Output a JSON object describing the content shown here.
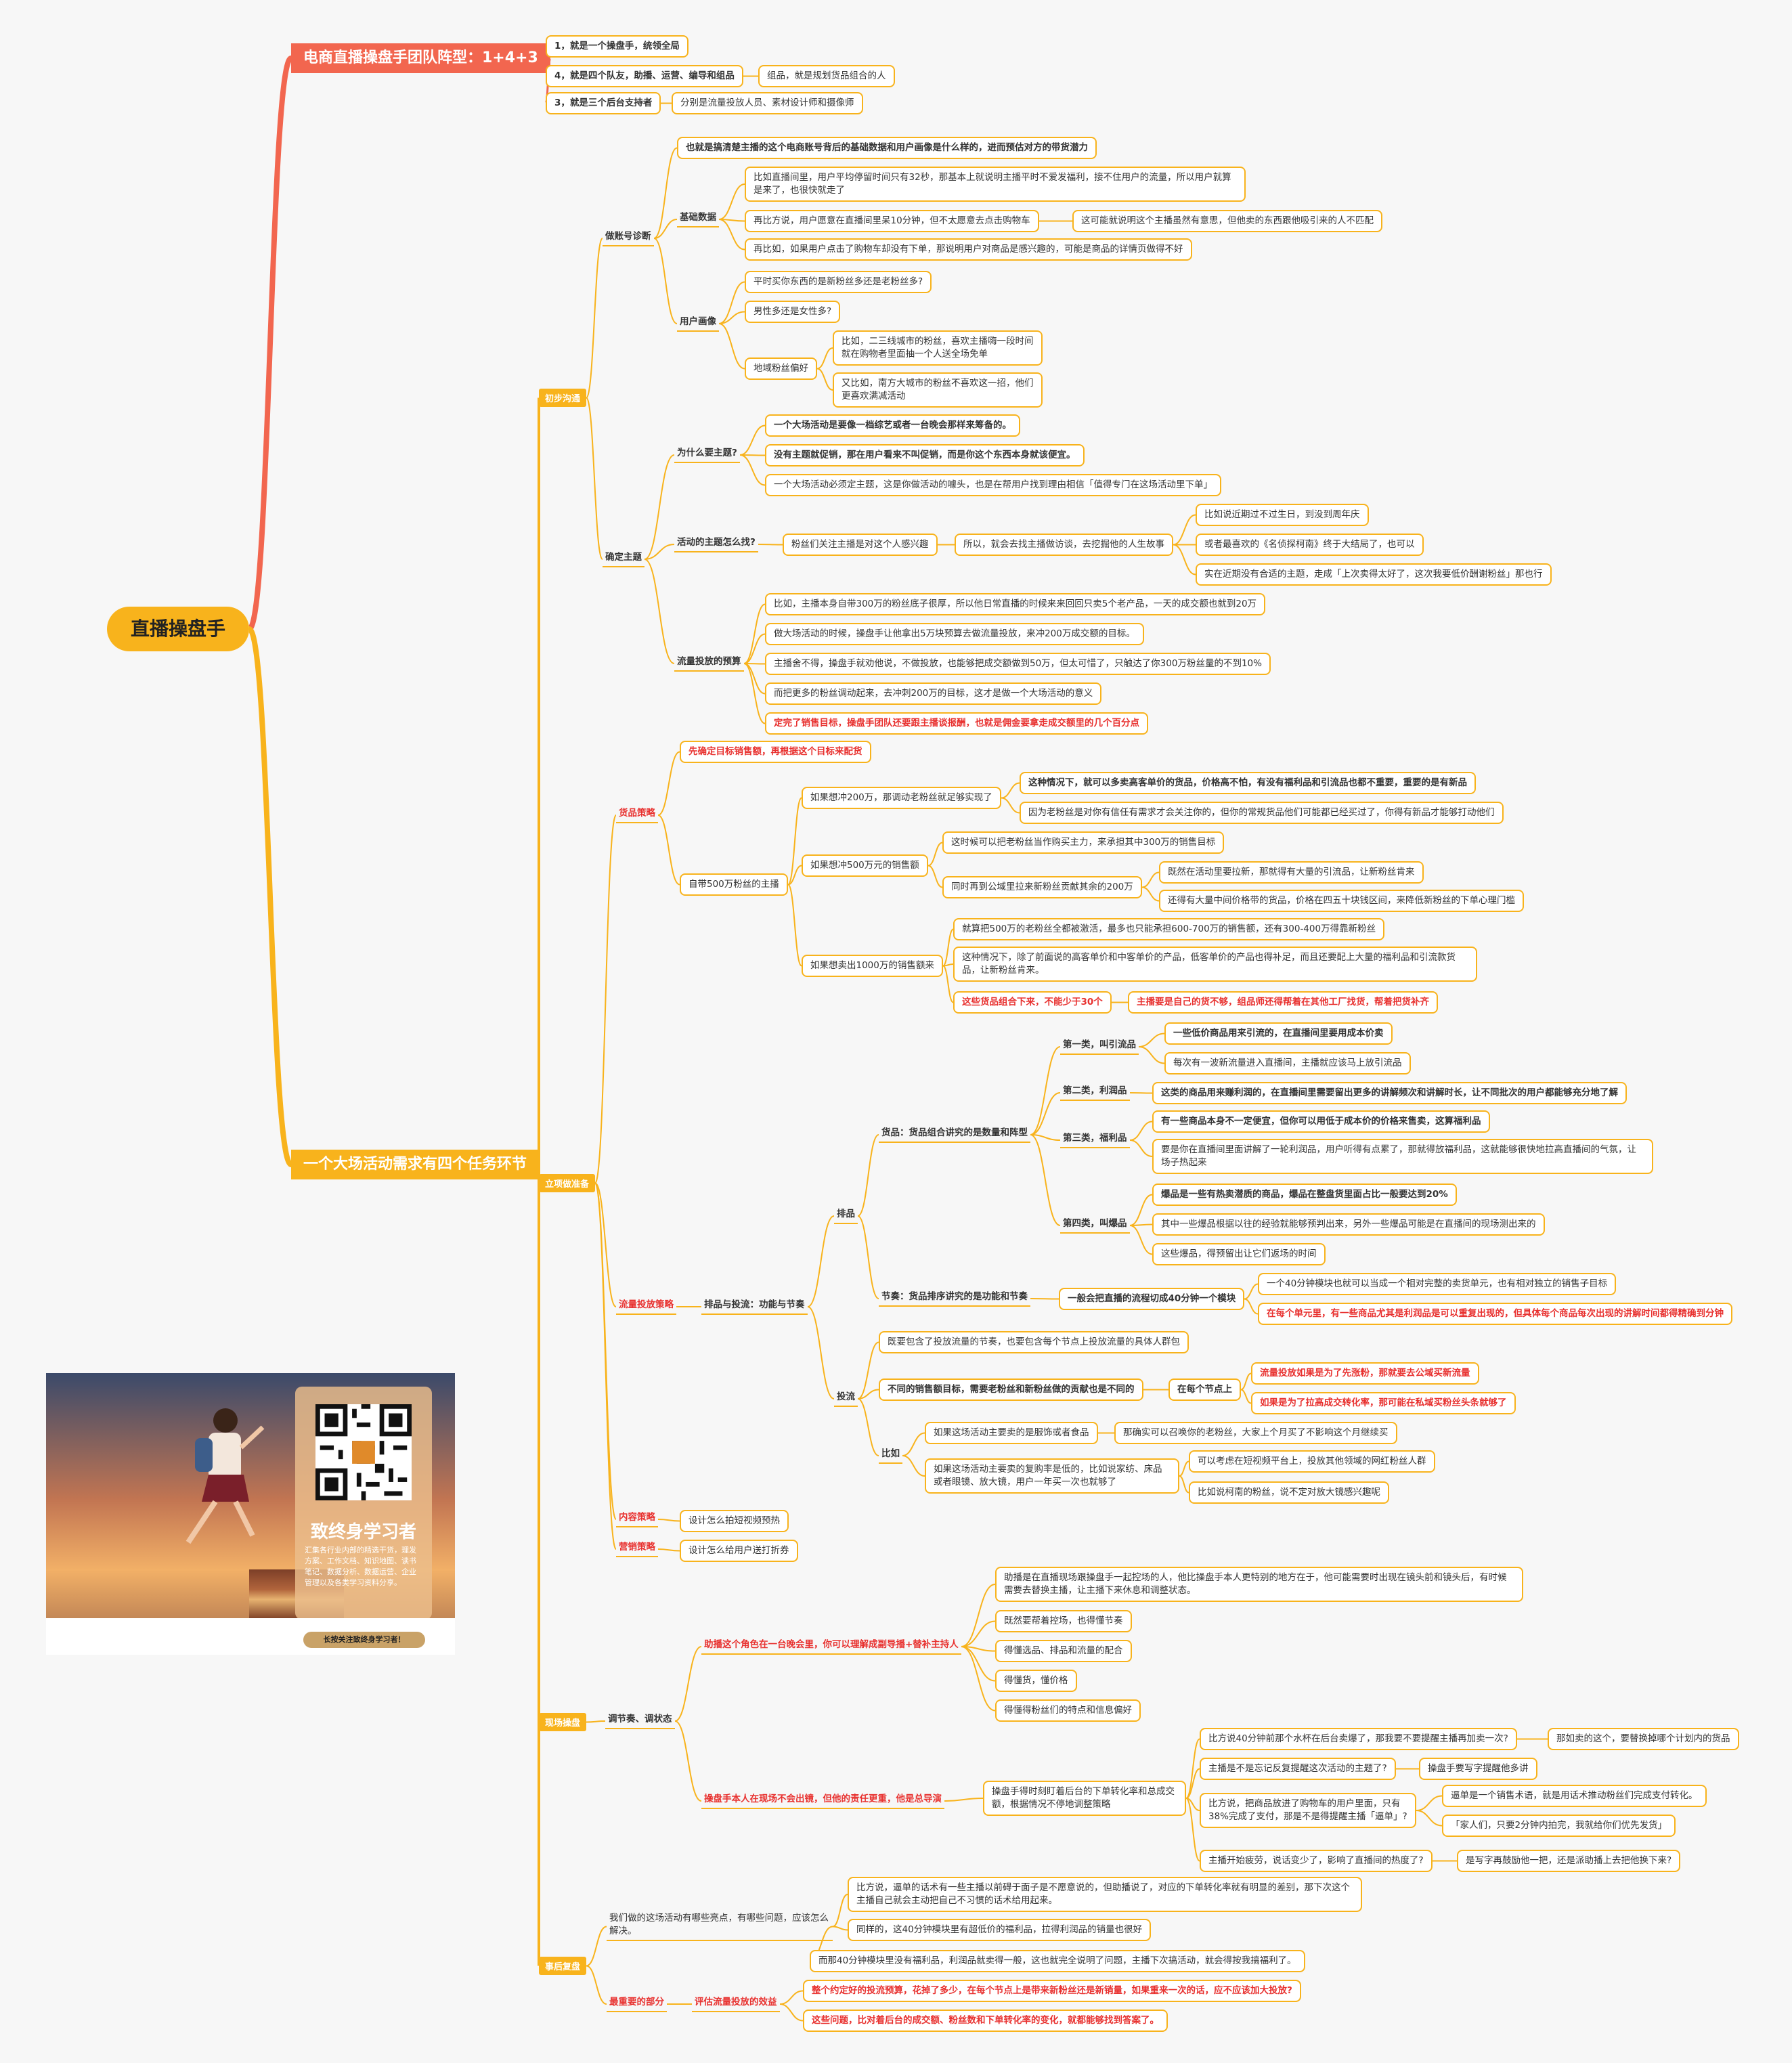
{
  "root": "直播操盘手",
  "branch1": {
    "title": "电商直播操盘手团队阵型：1+4+3",
    "items": [
      "1，就是一个操盘手，统领全局",
      "4，就是四个队友，助播、运营、编导和组品",
      "组品，就是规划货品组合的人",
      "3，就是三个后台支持者",
      "分别是流量投放人员、素材设计师和摄像师"
    ]
  },
  "branch2": {
    "title": "一个大场活动需求有四个任务环节",
    "stage1": {
      "label": "初步沟通",
      "acct": {
        "label": "做账号诊断",
        "intro": "也就是搞清楚主播的这个电商账号背后的基础数据和用户画像是什么样的，进而预估对方的带货潜力",
        "basic": {
          "label": "基础数据",
          "items": [
            "比如直播间里，用户平均停留时间只有32秒，那基本上就说明主播平时不爱发福利，接不住用户的流量，所以用户就算是来了，也很快就走了",
            "再比方说，用户愿意在直播间里呆10分钟，但不太愿意去点击购物车",
            "这可能就说明这个主播虽然有意思，但他卖的东西跟他吸引来的人不匹配",
            "再比如，如果用户点击了购物车却没有下单，那说明用户对商品是感兴趣的，可能是商品的详情页做得不好"
          ]
        },
        "persona": {
          "label": "用户画像",
          "items": [
            "平时买你东西的是新粉丝多还是老粉丝多?",
            "男性多还是女性多?",
            "地域粉丝偏好",
            "比如，二三线城市的粉丝，喜欢主播嗨一段时间就在购物者里面抽一个人送全场免单",
            "又比如，南方大城市的粉丝不喜欢这一招，他们更喜欢满减活动"
          ]
        }
      },
      "theme": {
        "label": "确定主题",
        "why": {
          "label": "为什么要主题?",
          "items": [
            "一个大场活动是要像一档综艺或者一台晚会那样来筹备的。",
            "没有主题就促销，那在用户看来不叫促销，而是你这个东西本身就该便宜。",
            "一个大场活动必须定主题，这是你做活动的噱头，也是在帮用户找到理由相信「值得专门在这场活动里下单」"
          ]
        },
        "how": {
          "label": "活动的主题怎么找?",
          "items": [
            "粉丝们关注主播是对这个人感兴趣",
            "所以，就会去找主播做访谈，去挖掘他的人生故事",
            "比如说近期过不过生日，到没到周年庆",
            "或者最喜欢的《名侦探柯南》终于大结局了，也可以",
            "实在近期没有合适的主题，走成「上次卖得太好了，这次我要低价酬谢粉丝」那也行"
          ]
        },
        "budget": {
          "label": "流量投放的预算",
          "items": [
            "比如，主播本身自带300万的粉丝底子很厚，所以他日常直播的时候来来回回只卖5个老产品，一天的成交额也就到20万",
            "做大场活动的时候，操盘手让他拿出5万块预算去做流量投放，来冲200万成交额的目标。",
            "主播舍不得，操盘手就劝他说，不做投放，也能够把成交额做到50万，但太可惜了，只触达了你300万粉丝量的不到10%",
            "而把更多的粉丝调动起来，去冲刺200万的目标，这才是做一个大场活动的意义",
            "定完了销售目标，操盘手团队还要跟主播谈报酬，也就是佣金要拿走成交额里的几个百分点"
          ]
        }
      }
    },
    "stage2": {
      "label": "立项做准备",
      "goods": {
        "label": "货品策略",
        "items": [
          "先确定目标销售额，再根据这个目标来配货",
          "自带500万粉丝的主播",
          "如果想冲200万，那调动老粉丝就足够实现了",
          "这种情况下，就可以多卖高客单价的货品，价格高不怕，有没有福利品和引流品也都不重要，重要的是有新品",
          "因为老粉丝是对你有信任有需求才会关注你的，但你的常规货品他们可能都已经买过了，你得有新品才能够打动他们",
          "如果想冲500万元的销售额",
          "这时候可以把老粉丝当作购买主力，来承担其中300万的销售目标",
          "同时再到公域里拉来新粉丝贡献其余的200万",
          "既然在活动里要拉新，那就得有大量的引流品，让新粉丝肯来",
          "还得有大量中间价格带的货品，价格在四五十块钱区间，来降低新粉丝的下单心理门槛",
          "如果想卖出1000万的销售额来",
          "就算把500万的老粉丝全都被激活，最多也只能承担600-700万的销售额，还有300-400万得靠新粉丝",
          "这种情况下，除了前面说的高客单价和中客单价的产品，低客单价的产品也得补足，而且还要配上大量的福利品和引流款货品，让新粉丝肯来。",
          "这些货品组合下来，不能少于30个",
          "主播要是自己的货不够，组品师还得帮着在其他工厂找货，帮着把货补齐"
        ]
      },
      "traffic": {
        "label": "流量投放策略",
        "sort": "排品与投流：功能与节奏",
        "paip": "排品",
        "combo": "货品：货品组合讲究的是数量和阵型",
        "kinds": [
          {
            "label": "第一类，叫引流品",
            "items": [
              "一些低价商品用来引流的，在直播间里要用成本价卖",
              "每次有一波新流量进入直播间，主播就应该马上放引流品"
            ]
          },
          {
            "label": "第二类，利润品",
            "items": [
              "这类的商品用来赚利润的，在直播间里需要留出更多的讲解频次和讲解时长，让不同批次的用户都能够充分地了解"
            ]
          },
          {
            "label": "第三类，福利品",
            "items": [
              "有一些商品本身不一定便宜，但你可以用低于成本价的价格来售卖，这算福利品",
              "要是你在直播间里面讲解了一轮利润品，用户听得有点累了，那就得放福利品，这就能够很快地拉高直播间的气氛，让场子热起来"
            ]
          },
          {
            "label": "第四类，叫爆品",
            "items": [
              "爆品是一些有热卖潜质的商品，爆品在整盘货里面占比一般要达到20%",
              "其中一些爆品根据以往的经验就能够预判出来，另外一些爆品可能是在直播间的现场测出来的",
              "这些爆品，得预留出让它们返场的时间"
            ]
          }
        ],
        "rhythm": "节奏：货品排序讲究的是功能和节奏",
        "rhythm_items": [
          "一般会把直播的流程切成40分钟一个模块",
          "一个40分钟模块也就可以当成一个相对完整的卖货单元，也有相对独立的销售子目标",
          "在每个单元里，有一些商品尤其是利润品是可以重复出现的，但具体每个商品每次出现的讲解时间都得精确到分钟"
        ],
        "touliu": "投流",
        "touliu_items": [
          "既要包含了投放流量的节奏，也要包含每个节点上投放流量的具体人群包",
          "不同的销售额目标，需要老粉丝和新粉丝做的贡献也是不同的",
          "在每个节点上",
          "流量投放如果是为了先涨粉，那就要去公域买新流量",
          "如果是为了拉高成交转化率，那可能在私域买粉丝头条就够了",
          "比如",
          "如果这场活动主要卖的是服饰或者食品",
          "那确实可以召唤你的老粉丝，大家上个月买了不影响这个月继续买",
          "如果这场活动主要卖的复购率是低的，比如说家纺、床品或者眼镜、放大镜，用户一年买一次也就够了",
          "可以考虑在短视频平台上，投放其他领域的网红粉丝人群",
          "比如说柯南的粉丝，说不定对放大镜感兴趣呢"
        ]
      },
      "content": {
        "label": "内容策略",
        "text": "设计怎么拍短视频预热"
      },
      "marketing": {
        "label": "营销策略",
        "text": "设计怎么给用户送打折券"
      }
    },
    "stage3": {
      "label": "现场操盘",
      "sub": "调节奏、调状态",
      "role": "助播这个角色在一台晚会里，你可以理解成副导播+替补主持人",
      "role_items": [
        "助播是在直播现场跟操盘手一起控场的人，他比操盘手本人更特别的地方在于，他可能需要时出现在镜头前和镜头后，有时候需要去替换主播，让主播下来休息和调整状态。",
        "既然要帮着控场，也得懂节奏",
        "得懂选品、排品和流量的配合",
        "得懂货，懂价格",
        "得懂得粉丝们的特点和信息偏好"
      ],
      "self": "操盘手本人在现场不会出镜，但他的责任更重，他是总导演",
      "self_items": [
        "操盘手得时刻盯着后台的下单转化率和总成交额，根据情况不停地调整策略",
        "比方说40分钟前那个水杯在后台卖爆了，那我要不要提醒主播再加卖一次?",
        "那如卖的这个，要替换掉哪个计划内的货品",
        "主播是不是忘记反复提醒这次活动的主题了?",
        "操盘手要写字提醒他多讲",
        "比方说，把商品放进了购物车的用户里面，只有38%完成了支付，那是不是得提醒主播「逼单」?",
        "逼单是一个销售术语，就是用话术推动粉丝们完成支付转化。",
        "「家人们，只要2分钟内拍完，我就给你们优先发货」",
        "主播开始疲劳，说话变少了，影响了直播间的热度了?",
        "是写字再鼓励他一把，还是派助播上去把他换下来?"
      ]
    },
    "stage4": {
      "label": "事后复盘",
      "q": "我们做的这场活动有哪些亮点，有哪些问题，应该怎么解决。",
      "q_items": [
        "比方说，逼单的话术有一些主播以前碍于面子是不愿意说的，但助播说了，对应的下单转化率就有明显的差别，那下次这个主播自己就会主动把自己不习惯的话术给用起来。",
        "同样的，这40分钟模块里有超低价的福利品，拉得利润品的销量也很好",
        "而那40分钟模块里没有福利品，利润品就卖得一般，这也就完全说明了问题，主播下次搞活动，就会得按我搞福利了。"
      ],
      "key": "最重要的部分",
      "eval": "评估流量投放的效益",
      "eval_items": [
        "整个约定好的投流预算，花掉了多少，在每个节点上是带来新粉丝还是新销量，如果重来一次的话，应不应该加大投放?",
        "这些问题，比对着后台的成交额、粉丝数和下单转化率的变化，就都能够找到答案了。"
      ]
    }
  },
  "promo": {
    "title": "致终身学习者",
    "desc": "汇集各行业内部的精选干货，理发方案、工作文档、知识地图、读书笔记、数据分析、数据运营、企业管理以及各类学习资料分享。",
    "pill": "长按关注致终身学习者！"
  }
}
